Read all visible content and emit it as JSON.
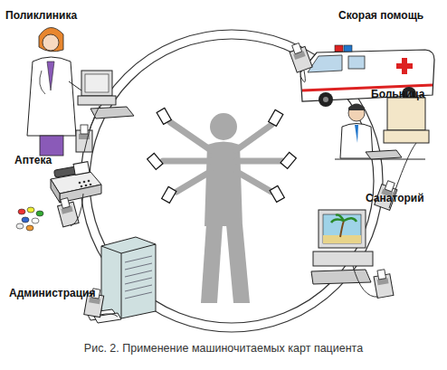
{
  "diagram": {
    "caption": "Рис. 2. Применение машиночитаемых карт пациента",
    "labels": [
      "Поликлиника",
      "Скорая помощь",
      "Больница",
      "Аптека",
      "Санаторий",
      "Администрация"
    ]
  }
}
